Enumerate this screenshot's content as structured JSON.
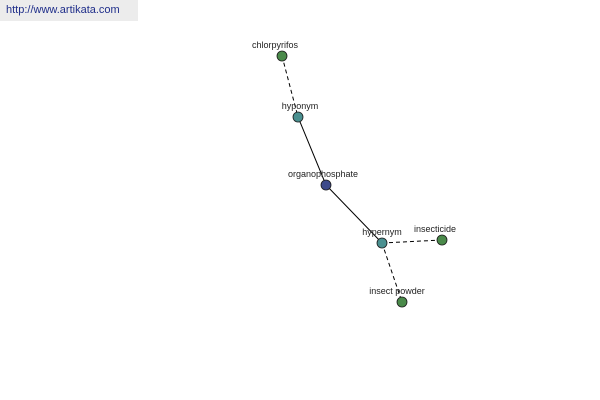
{
  "header": {
    "url": "http://www.artikata.com",
    "url_color": "#1f2e8a"
  },
  "colors": {
    "term": "#4a8a4a",
    "relation": "#4a9090",
    "center": "#3d4a8a"
  },
  "nodes": [
    {
      "id": "chlorpyrifos",
      "label": "chlorpyrifos",
      "kind": "term"
    },
    {
      "id": "hyponym",
      "label": "hyponym",
      "kind": "relation"
    },
    {
      "id": "organophosphate",
      "label": "organophosphate",
      "kind": "center"
    },
    {
      "id": "hypernym",
      "label": "hypernym",
      "kind": "relation"
    },
    {
      "id": "insecticide",
      "label": "insecticide",
      "kind": "term"
    },
    {
      "id": "insect_powder",
      "label": "insect powder",
      "kind": "term"
    }
  ],
  "edges": [
    {
      "from": "chlorpyrifos",
      "to": "hyponym",
      "style": "dashed"
    },
    {
      "from": "hyponym",
      "to": "organophosphate",
      "style": "solid"
    },
    {
      "from": "organophosphate",
      "to": "hypernym",
      "style": "solid"
    },
    {
      "from": "hypernym",
      "to": "insecticide",
      "style": "dashed"
    },
    {
      "from": "hypernym",
      "to": "insect_powder",
      "style": "dashed"
    }
  ]
}
